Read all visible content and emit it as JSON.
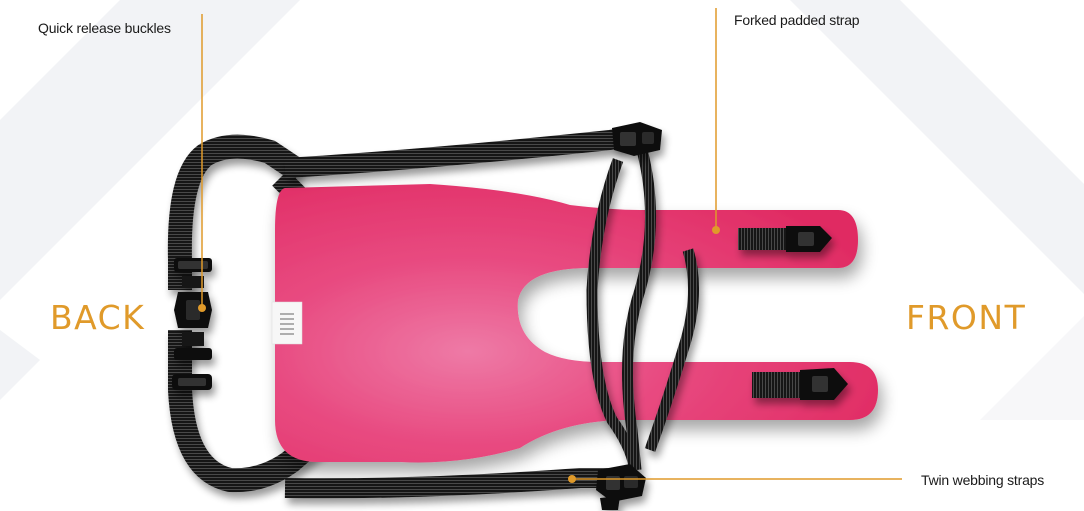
{
  "callouts": {
    "quick_release": "Quick release buckles",
    "forked_padded": "Forked padded strap",
    "twin_webbing": "Twin webbing straps"
  },
  "sides": {
    "back": "BACK",
    "front": "FRONT"
  },
  "colors": {
    "accent": "#E09A2A",
    "pad": "#E8306A",
    "webbing": "#1c1c1c",
    "background_chevron": "#F2F3F6"
  }
}
